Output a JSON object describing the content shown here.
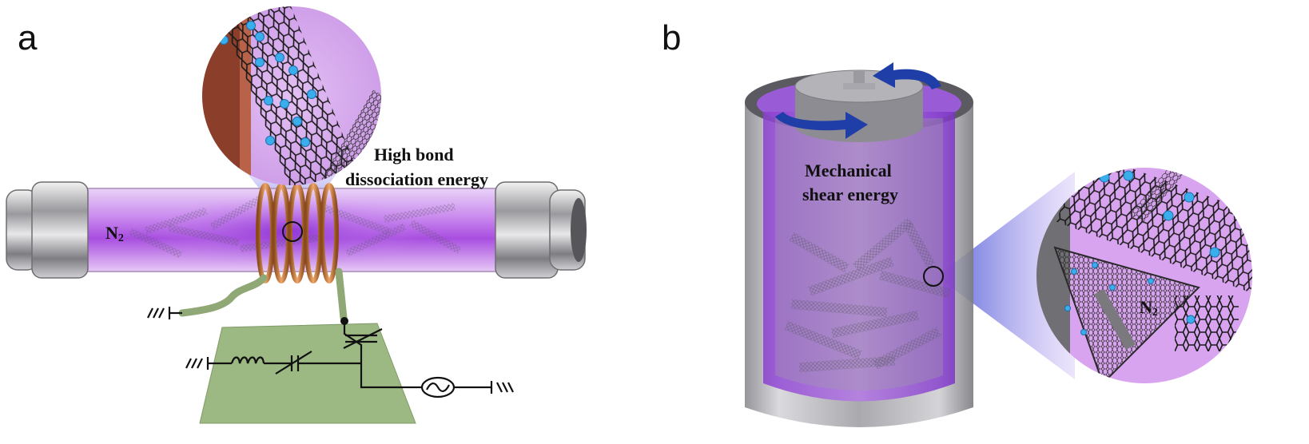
{
  "panel_a": {
    "letter": "a",
    "gas_label": "N",
    "gas_subscript": "2",
    "callout_line1": "High bond",
    "callout_line2": "dissociation energy"
  },
  "panel_b": {
    "letter": "b",
    "energy_line1": "Mechanical",
    "energy_line2": "shear energy",
    "gas_label": "N",
    "gas_subscript": "2"
  },
  "colors": {
    "plasma_purple": "#b870e6",
    "coil_copper": "#c87a3c",
    "circuit_board": "#9db983",
    "arrow_blue": "#1f3ea8",
    "dopant_blue": "#3aaeea",
    "steel": "#b8b8bc"
  },
  "icons": [
    "ground-symbol",
    "inductor-symbol",
    "variable-capacitor-symbol",
    "ac-source-symbol",
    "rotation-arrow"
  ]
}
